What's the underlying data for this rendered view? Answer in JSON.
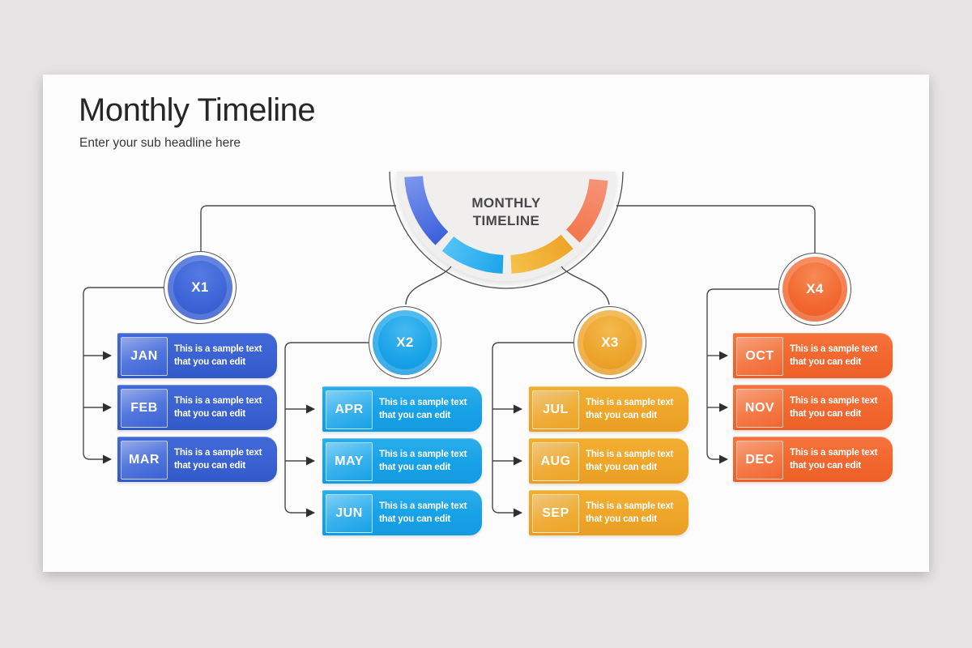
{
  "header": {
    "title": "Monthly Timeline",
    "subtitle": "Enter your sub headline here"
  },
  "center": {
    "title": "MONTHLY TIMELINE"
  },
  "palette": {
    "page_background": "#e5e3e4",
    "slide_background": "#fcfcfc",
    "connector_line": "#4a4a4a",
    "semicircle_fill": "#f0efee",
    "group_colors": [
      {
        "name": "blue",
        "base": "#3a62d3",
        "light": "#8ea6ec"
      },
      {
        "name": "cyan",
        "base": "#17a2e7",
        "light": "#74ccf4"
      },
      {
        "name": "amber",
        "base": "#efa62a",
        "light": "#eec17c"
      },
      {
        "name": "orange",
        "base": "#f2672f",
        "light": "#f69a70"
      }
    ],
    "arc_segment_colors": [
      "#5578e4",
      "#35b5f2",
      "#f5b434",
      "#f4845e"
    ]
  },
  "groups": [
    {
      "label": "X1",
      "months": [
        {
          "label": "JAN",
          "line1": "This is a sample text",
          "line2": "that you can edit"
        },
        {
          "label": "FEB",
          "line1": "This is a sample text",
          "line2": "that you can edit"
        },
        {
          "label": "MAR",
          "line1": "This is a sample text",
          "line2": "that you can edit"
        }
      ]
    },
    {
      "label": "X2",
      "months": [
        {
          "label": "APR",
          "line1": "This is a sample text",
          "line2": "that you can edit"
        },
        {
          "label": "MAY",
          "line1": "This is a sample text",
          "line2": "that you can edit"
        },
        {
          "label": "JUN",
          "line1": "This is a sample text",
          "line2": "that you can edit"
        }
      ]
    },
    {
      "label": "X3",
      "months": [
        {
          "label": "JUL",
          "line1": "This is a sample text",
          "line2": "that you can edit"
        },
        {
          "label": "AUG",
          "line1": "This is a sample text",
          "line2": "that you can edit"
        },
        {
          "label": "SEP",
          "line1": "This is a sample text",
          "line2": "that you can edit"
        }
      ]
    },
    {
      "label": "X4",
      "months": [
        {
          "label": "OCT",
          "line1": "This is a sample text",
          "line2": "that you can edit"
        },
        {
          "label": "NOV",
          "line1": "This is a sample text",
          "line2": "that you can edit"
        },
        {
          "label": "DEC",
          "line1": "This is a sample text",
          "line2": "that you can edit"
        }
      ]
    }
  ]
}
